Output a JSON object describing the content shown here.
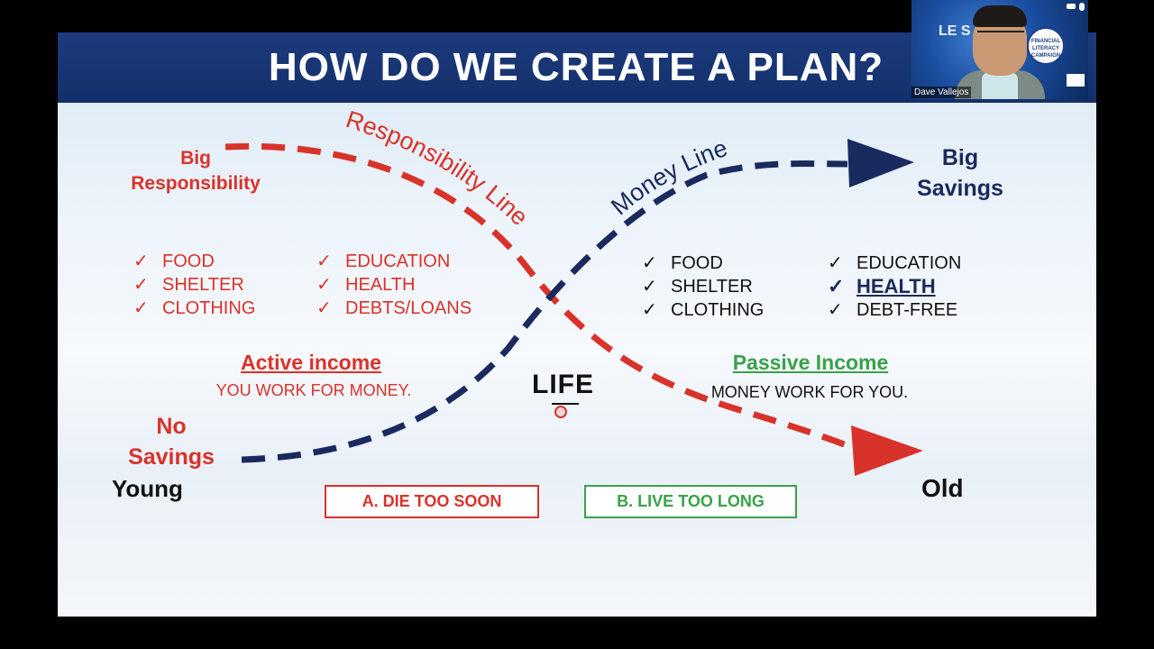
{
  "slide": {
    "title": "HOW DO WE CREATE A PLAN?",
    "labels": {
      "big_responsibility_line1": "Big",
      "big_responsibility_line2": "Responsibility",
      "big_savings_line1": "Big",
      "big_savings_line2": "Savings",
      "no_savings_line1": "No",
      "no_savings_line2": "Savings",
      "young": "Young",
      "old": "Old",
      "life": "LIFE"
    },
    "curves": {
      "responsibility_line": "Responsibility Line",
      "money_line": "Money Line"
    },
    "left_needs_col1": [
      "FOOD",
      "SHELTER",
      "CLOTHING"
    ],
    "left_needs_col2": [
      "EDUCATION",
      "HEALTH",
      "DEBTS/LOANS"
    ],
    "right_needs_col1": [
      "FOOD",
      "SHELTER",
      "CLOTHING"
    ],
    "right_needs_col2": [
      "EDUCATION",
      "HEALTH",
      "DEBT-FREE"
    ],
    "check_mark": "✓",
    "active_income": {
      "title": "Active income",
      "subtitle": "YOU WORK FOR MONEY."
    },
    "passive_income": {
      "title": "Passive Income",
      "subtitle": "MONEY WORK FOR YOU."
    },
    "buttons": {
      "die_too_soon": "A. DIE TOO SOON",
      "live_too_long": "B. LIVE TOO LONG"
    },
    "colors": {
      "header": "#14306b",
      "red": "#d9322a",
      "navy": "#1a2a5e",
      "green": "#3aa14a"
    }
  },
  "video_tile": {
    "participant_name": "Dave Vallejos",
    "banner_text": "LE  S",
    "logo_text": "FINANCIAL LITERACY CAMPAIGN"
  }
}
